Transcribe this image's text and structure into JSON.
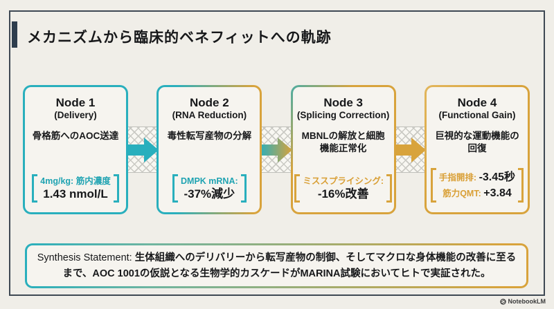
{
  "slide": {
    "title": "メカニズムから臨床的ベネフィットへの軌跡",
    "attribution": "NotebookLM"
  },
  "colors": {
    "teal": "#29AFBD",
    "gold": "#D8A33C",
    "background": "#F0EEE8",
    "card_background": "#F6F4EF",
    "frame_border": "#3E4853",
    "navy_accent": "#2E3D4D",
    "text_dark": "#17181A"
  },
  "nodes": [
    {
      "title": "Node 1",
      "subtitle": "(Delivery)",
      "description": "骨格筋へのAOC送達",
      "metric_label": "4mg/kg: 筋内濃度",
      "metric_value": "1.43 nmol/L",
      "accent": "teal"
    },
    {
      "title": "Node 2",
      "subtitle": "(RNA Reduction)",
      "description": "毒性転写産物の分解",
      "metric_label": "DMPK mRNA:",
      "metric_value": "-37%減少",
      "accent": "teal-to-gold"
    },
    {
      "title": "Node 3",
      "subtitle": "(Splicing Correction)",
      "description": "MBNLの解放と細胞機能正常化",
      "metric_label": "ミススプライシング:",
      "metric_value": "-16%改善",
      "accent": "gold"
    },
    {
      "title": "Node 4",
      "subtitle": "(Functional Gain)",
      "description": "巨視的な運動機能の回復",
      "metrics": [
        {
          "label": "手指開排:",
          "value": "-3.45秒"
        },
        {
          "label": "筋力QMT:",
          "value": "+3.84"
        }
      ],
      "accent": "gold"
    }
  ],
  "synthesis": {
    "label": "Synthesis Statement:",
    "text": "生体組織へのデリバリーから転写産物の制御、そしてマクロな身体機能の改善に至るまで、AOC 1001の仮説となる生物学的カスケードがMARINA試験においてヒトで実証された。"
  }
}
